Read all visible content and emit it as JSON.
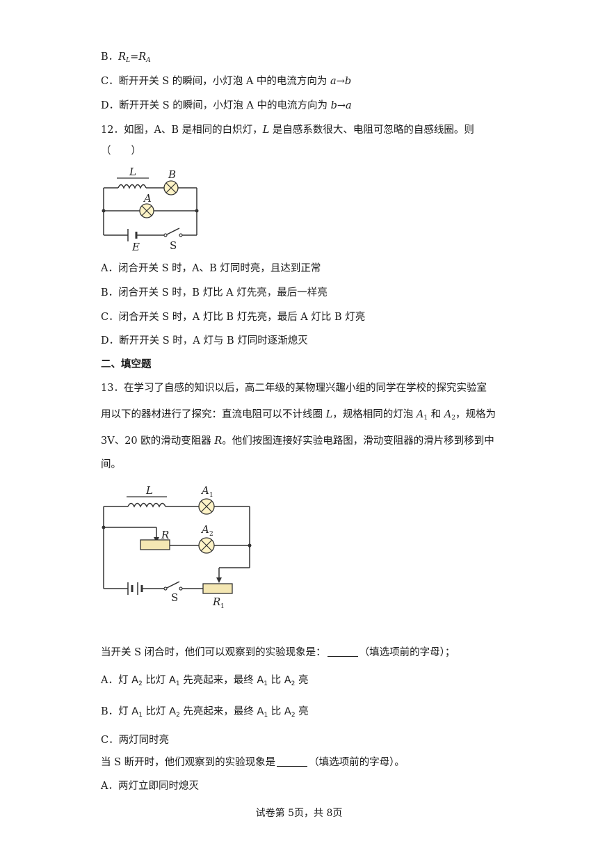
{
  "q11": {
    "optB_prefix": "B．",
    "optC": "C．断开开关 S 的瞬间，小灯泡 A 中的电流方向为",
    "optC_dir": "a→b",
    "optD": "D．断开开关 S 的瞬间，小灯泡 A 中的电流方向为",
    "optD_dir": "b→a"
  },
  "q12": {
    "stem_a": "12．如图，A、B 是相同的白炽灯，",
    "stem_L": "L",
    "stem_b": " 是自感系数很大、电阻可忽略的自感线圈。则",
    "paren": "（　　）",
    "labels": {
      "L": "L",
      "B": "B",
      "A": "A",
      "E": "E",
      "S": "S"
    },
    "options": [
      "A．闭合开关 S 时，A、B 灯同时亮，且达到正常",
      "B．闭合开关 S 时，B 灯比 A 灯先亮，最后一样亮",
      "C．闭合开关 S 时，A 灯比 B 灯先亮，最后 A 灯比 B 灯亮",
      "D．断开开关 S 时，A 灯与 B 灯同时逐渐熄灭"
    ]
  },
  "section2": "二、填空题",
  "q13": {
    "line1": "13．在学习了自感的知识以后，高二年级的某物理兴趣小组的同学在学校的探究实验室",
    "line2_a": "用以下的器材进行了探究：直流电阻可以不计线圈 ",
    "line2_L": "L",
    "line2_b": "，规格相同的灯泡 ",
    "line2_A1": "A",
    "line2_and": " 和 ",
    "line2_A2": "A",
    "line2_c": "，规格为",
    "line3_a": "3V、20 欧的滑动变阻器 ",
    "line3_R": "R",
    "line3_b": "。他们按图连接好实验电路图，滑动变阻器的滑片移到移到中",
    "line4": "间。",
    "labels": {
      "L": "L",
      "A": "A",
      "R": "R",
      "S": "S",
      "R1": "R",
      "one": "1",
      "two": "2"
    },
    "closed_prompt_a": "当开关 S 闭合时，他们可以观察到的实验现象是：",
    "closed_prompt_b": "（填选项前的字母）；",
    "optA_a": "A．灯 ",
    "optA_b": " 比灯 ",
    "optA_c": " 先亮起来，最终 ",
    "optA_d": " 比 ",
    "optA_e": " 亮",
    "optB_a": "B．灯 ",
    "optB_b": " 比灯 ",
    "optB_c": " 先亮起来，最终 ",
    "optB_d": " 比 ",
    "optB_e": " 亮",
    "optC": "C．两灯同时亮",
    "open_prompt_a": "当 S 断开时，他们观察到的实验现象是",
    "open_prompt_b": "（填选项前的字母）。",
    "open_optA": "A．两灯立即同时熄灭"
  },
  "footer": "试卷第 5页，共 8页"
}
